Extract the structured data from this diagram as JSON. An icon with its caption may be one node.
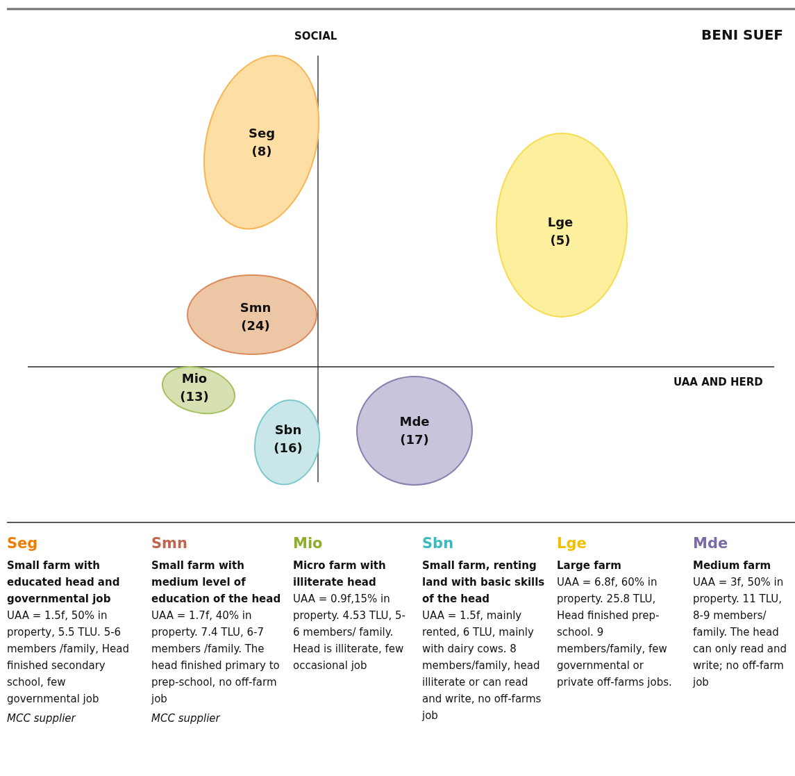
{
  "diagram": {
    "nodes": [
      {
        "text": [
          "Seg (8)"
        ]
      },
      {
        "text": [
          "Lge (5)"
        ]
      },
      {
        "text": [
          "Smn (24)"
        ]
      },
      {
        "text": [
          "Mio (13)"
        ]
      },
      {
        "text": [
          "Sbn (16)"
        ]
      },
      {
        "text": [
          "Mde (17)"
        ]
      }
    ],
    "edges": [],
    "labels": [
      "SOCIAL",
      "BENI SUEF",
      "UAA AND HERD",
      "Seg",
      "Small farm with educated head and governmental job",
      "UAA = 1.5f, 50% in property, 5.5 TLU. 5-6 members /family, Head finished secondary school, few governmental job",
      "MCC supplier",
      "Smn",
      "Small farm with medium level of education of the head",
      "UAA = 1.7f, 40% in property. 7.4 TLU, 6-7 members /family. The head finished primary to prep-school, no off-farm job",
      "MCC supplier",
      "Mio",
      "Micro farm with illiterate head",
      "UAA = 0.9f,15% in property. 4.53 TLU, 5-6 members/ family. Head is illiterate, few occasional job",
      "Sbn",
      "Small farm, renting land with basic skills of the head",
      "UAA = 1.5f, mainly rented, 6 TLU, mainly with dairy cows. 8 members/family, head illiterate or can read and write, no off-farms job",
      "Lge",
      "Large farm",
      "UAA = 6.8f, 60% in property. 25.8 TLU, Head finished prep-school. 9 members/family, few governmental or private off-farms jobs.",
      "Mde",
      "Medium farm",
      "UAA = 3f, 50% in property. 11 TLU, 8-9 members/ family. The head can only read and write; no off-farm job"
    ]
  }
}
